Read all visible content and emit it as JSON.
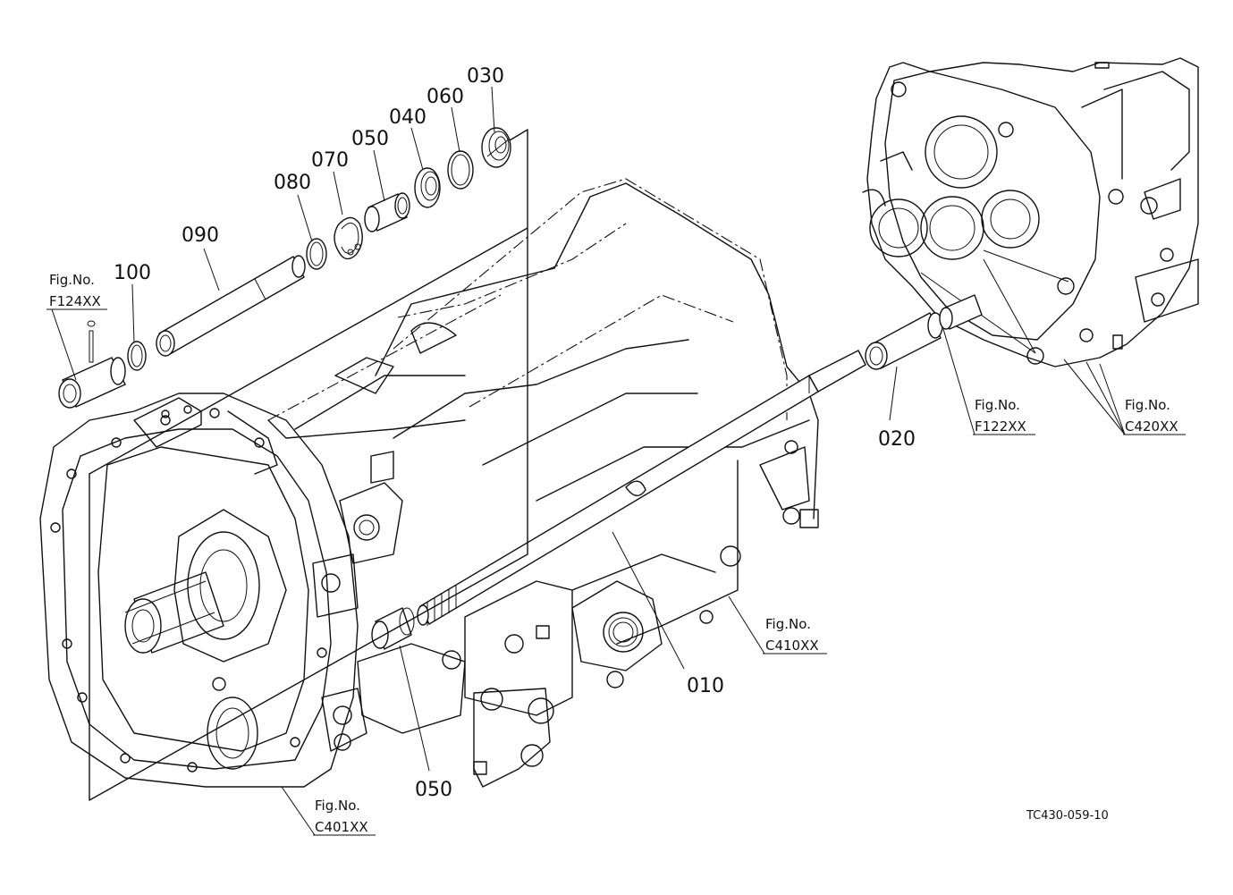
{
  "callouts": {
    "p030": "030",
    "p060": "060",
    "p040": "040",
    "p050_top": "050",
    "p070": "070",
    "p080": "080",
    "p090": "090",
    "p100": "100",
    "p020": "020",
    "p010": "010",
    "p050_bottom": "050"
  },
  "fig_refs": [
    {
      "label": "Fig.No.",
      "code": "F124XX"
    },
    {
      "label": "Fig.No.",
      "code": "F122XX"
    },
    {
      "label": "Fig.No.",
      "code": "C420XX"
    },
    {
      "label": "Fig.No.",
      "code": "C410XX"
    },
    {
      "label": "Fig.No.",
      "code": "C401XX"
    }
  ],
  "drawing_code": "TC430-059-10"
}
